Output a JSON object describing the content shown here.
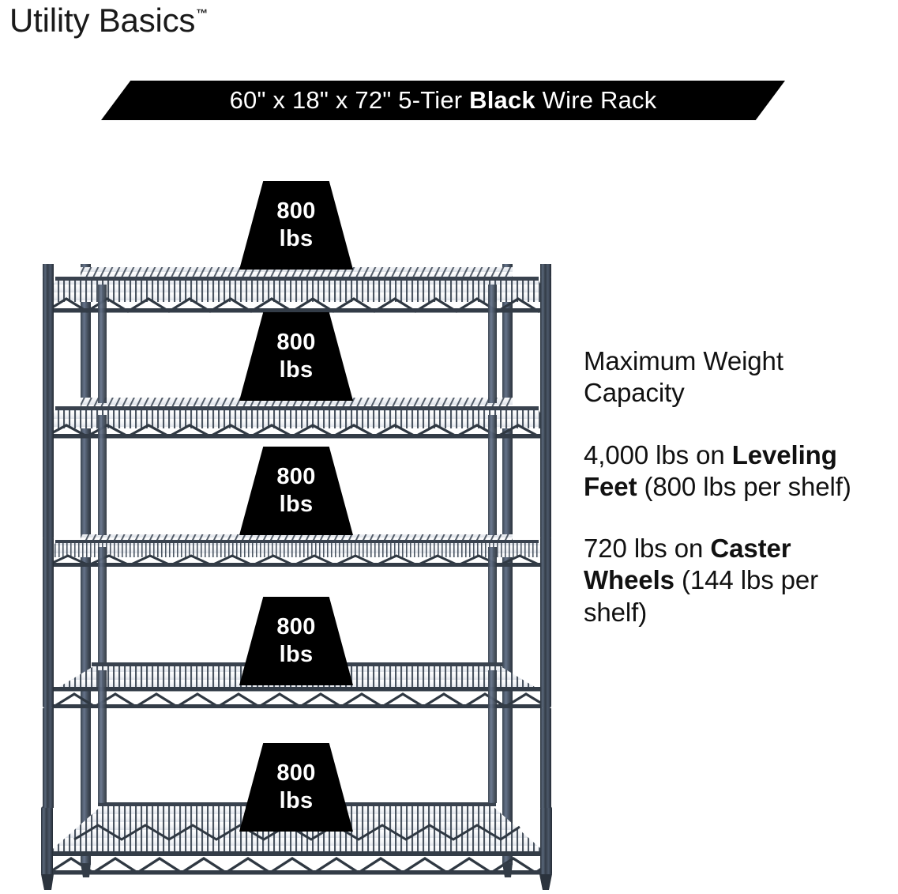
{
  "brand": {
    "name": "Utility Basics",
    "trademark": "™"
  },
  "banner": {
    "prefix": "60\" x 18\" x 72\" 5-Tier ",
    "emphasis": "Black",
    "suffix": " Wire Rack",
    "full_text": "60\" x 18\" x 72\" 5-Tier Black Wire Rack",
    "background_color": "#000000",
    "text_color": "#ffffff"
  },
  "product": {
    "width_in": "60\"",
    "depth_in": "18\"",
    "height_in": "72\"",
    "tiers": "5-Tier",
    "finish": "Black",
    "type": "Wire Rack",
    "shelf_count": 5,
    "frame_color": "#3c4754",
    "foot_label": "leveling-foot"
  },
  "badges": [
    {
      "value": "800",
      "unit": "lbs"
    },
    {
      "value": "800",
      "unit": "lbs"
    },
    {
      "value": "800",
      "unit": "lbs"
    },
    {
      "value": "800",
      "unit": "lbs"
    },
    {
      "value": "800",
      "unit": "lbs"
    }
  ],
  "copy": {
    "heading": "Maximum Weight Capacity",
    "leveling": {
      "lead": "4,000 lbs on ",
      "emphasis": "Leveling Feet",
      "tail": " (800 lbs per shelf)",
      "full_text": "4,000 lbs on Leveling Feet (800 lbs per shelf)"
    },
    "caster": {
      "lead": "720 lbs on ",
      "emphasis": "Caster Wheels",
      "tail": " (144 lbs per shelf)",
      "full_text": "720 lbs on Caster Wheels (144 lbs per shelf)"
    }
  }
}
